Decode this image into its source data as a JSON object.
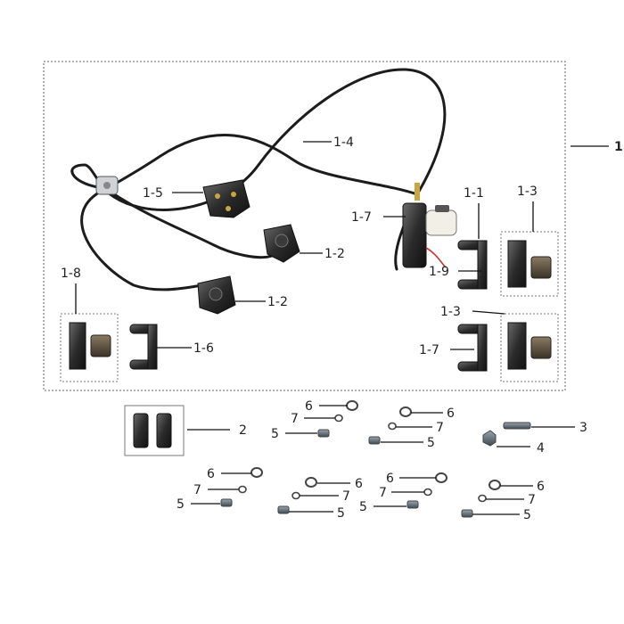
{
  "diagram": {
    "callouts": {
      "assembly": "1",
      "lines_tee": "1-5",
      "hose": "1-4",
      "caliper_upper": "1-2",
      "caliper_lower": "1-2",
      "bracket_left": "1-6",
      "pads_left": "1-8",
      "master_cyl_bolt": "1-7",
      "master_cyl_bracket": "1-9",
      "bracket_right_top": "1-1",
      "pads_right_top": "1-3",
      "pads_right_bottom": "1-3",
      "bracket_right_bottom_bolt": "1-7",
      "bushings": "2",
      "bolt_long": "3",
      "nut": "4"
    },
    "hardware_groups": [
      {
        "washer_large": "6",
        "washer_small": "7",
        "bolt": "5"
      },
      {
        "washer_large": "6",
        "washer_small": "7",
        "bolt": "5"
      },
      {
        "washer_large": "6",
        "washer_small": "7",
        "bolt": "5"
      },
      {
        "washer_large": "6",
        "washer_small": "7",
        "bolt": "5"
      },
      {
        "washer_large": "6",
        "washer_small": "7",
        "bolt": "5"
      },
      {
        "washer_large": "6",
        "washer_small": "7",
        "bolt": "5"
      }
    ]
  }
}
